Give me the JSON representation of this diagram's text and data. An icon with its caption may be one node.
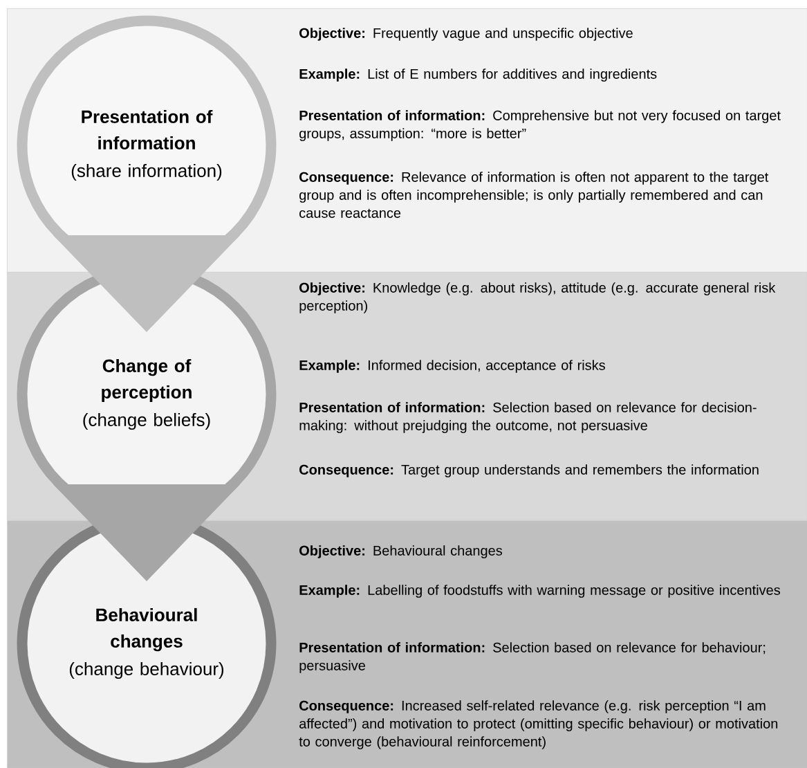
{
  "diagram": {
    "nodes": [
      {
        "text": [
          "**Objective:** Frequently vague and unspecific objective",
          "**Example:** List of E numbers for additives and ingredients",
          "**Presentation of information:** Comprehensive but not very focused on target groups, assumption: “more is better”",
          "**Consequence:** Relevance of information is often not apparent to the target group and is often incomprehensible; is only partially remembered and can cause reactance"
        ]
      },
      {
        "text": [
          "Presentation of information",
          "(share information)"
        ],
        "in": 0
      },
      {
        "text": [
          "**Objective:** Knowledge (e.g. about risks), attitude (e.g. accurate general risk perception)",
          "**Example:** Informed decision, acceptance of risks",
          "**Presentation of information:** Selection based on relevance for decision-making: without prejudging the outcome, not persuasive",
          "**Consequence:** Target group understands and remembers the information"
        ]
      },
      {
        "text": [
          "Change of perception",
          "(change beliefs)"
        ],
        "in": 2
      },
      {
        "text": [
          "**Objective:** Behavioural changes",
          "**Example:** Labelling of foodstuffs with warning message or positive incentives",
          "**Presentation of information:** Selection based on relevance for behaviour; persuasive",
          "**Consequence:** Increased self-related relevance (e.g. risk perception “I am affected”) and motivation to protect (omitting specific behaviour) or motivation to converge (behavioural reinforcement)"
        ]
      },
      {
        "text": [
          "Behavioural changes",
          "(change behaviour)"
        ],
        "in": 4
      }
    ],
    "edges": [
      {
        "from": 1,
        "to": 3,
        "arrow": "to",
        "color": "#bfbfbf"
      },
      {
        "from": 3,
        "to": 5,
        "arrow": "to",
        "color": "#a6a6a6"
      }
    ]
  }
}
